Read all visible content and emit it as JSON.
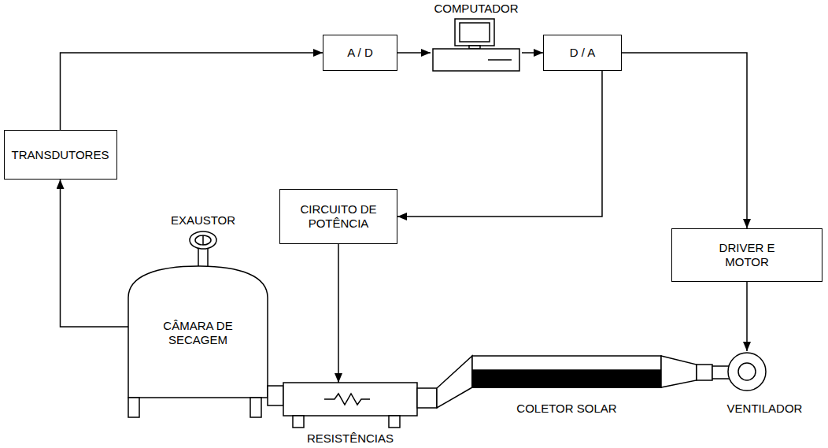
{
  "diagram": {
    "nodes": [
      {
        "text": [
          "TRANSDUTORES"
        ]
      },
      {
        "text": [
          "A / D"
        ]
      },
      {
        "text": [
          "COMPUTADOR"
        ]
      },
      {
        "text": [
          "D / A"
        ]
      },
      {
        "text": [
          "CIRCUITO DE POTÊNCIA"
        ]
      },
      {
        "text": [
          "DRIVER E MOTOR"
        ]
      },
      {
        "text": [
          "CÂMARA DE SECAGEM"
        ]
      },
      {
        "text": [
          "RESISTÊNCIAS"
        ]
      },
      {
        "text": [
          "COLETOR SOLAR"
        ]
      },
      {
        "text": [
          "VENTILADOR"
        ]
      }
    ],
    "edges": [
      {
        "from": 6,
        "to": 0,
        "arrow": "to"
      },
      {
        "from": 0,
        "to": 1,
        "arrow": "to"
      },
      {
        "from": 1,
        "to": 2,
        "arrow": "to"
      },
      {
        "from": 2,
        "to": 3,
        "arrow": "to"
      },
      {
        "from": 3,
        "to": 4,
        "arrow": "to"
      },
      {
        "from": 3,
        "to": 5,
        "arrow": "to"
      },
      {
        "from": 4,
        "to": 7,
        "arrow": "to"
      },
      {
        "from": 5,
        "to": 9,
        "arrow": "to"
      }
    ],
    "labels": [
      "EXAUSTOR"
    ]
  }
}
